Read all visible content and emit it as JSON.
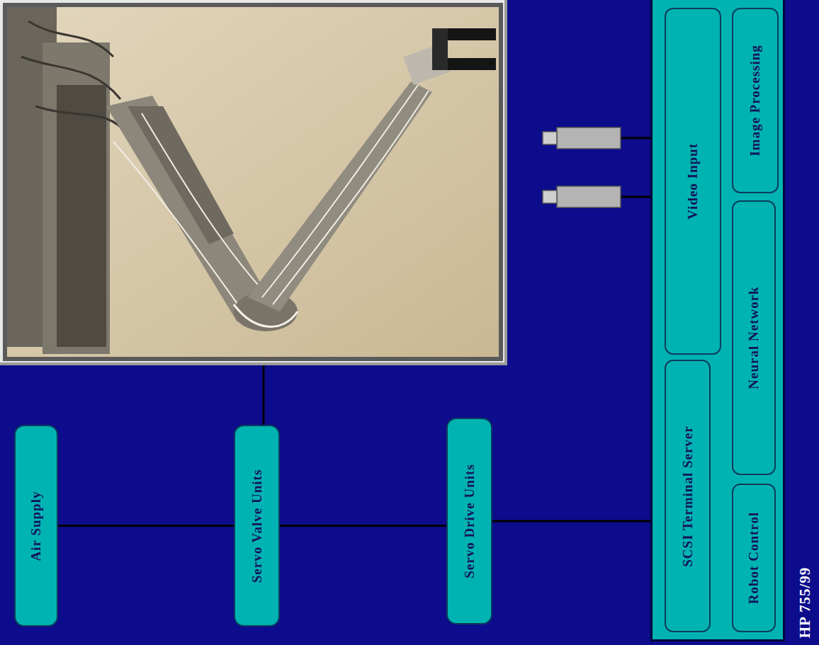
{
  "diagram": {
    "nodes": [
      {
        "text": [
          "Air Supply"
        ]
      },
      {
        "text": [
          "Servo Valve Units"
        ]
      },
      {
        "text": [
          "Servo Drive Units"
        ]
      },
      {
        "text": [
          "HP 755/99"
        ]
      },
      {
        "text": [
          "SCSI Terminal Server"
        ],
        "in": 3
      },
      {
        "text": [
          "Video Input"
        ],
        "in": 3
      },
      {
        "text": [
          "Robot Control"
        ],
        "in": 3
      },
      {
        "text": [
          "Neural Network"
        ],
        "in": 3
      },
      {
        "text": [
          "Image Processing"
        ],
        "in": 3
      }
    ],
    "edges": [
      {
        "from": 0,
        "to": 1,
        "arrow": "none"
      },
      {
        "from": 1,
        "to": 2,
        "arrow": "none"
      },
      {
        "from": 2,
        "to": 4,
        "arrow": "none"
      }
    ]
  }
}
